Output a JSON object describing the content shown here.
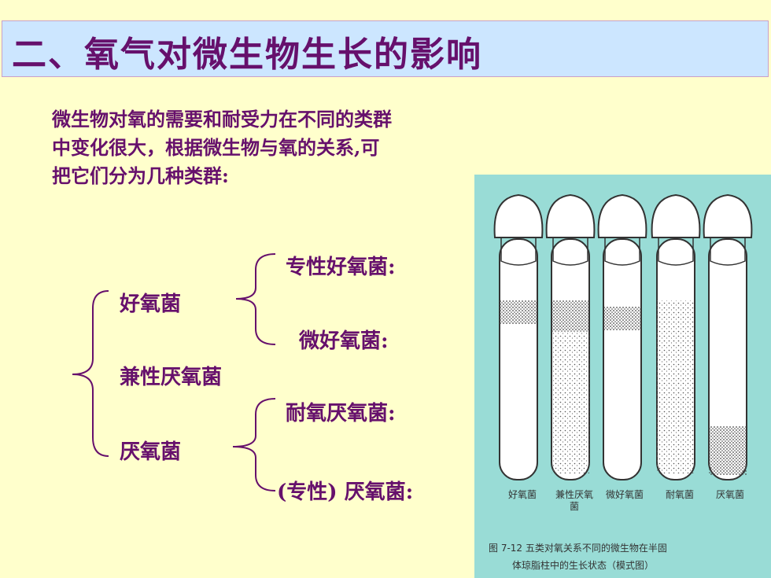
{
  "title": "二、氧气对微生物生长的影响",
  "intro": [
    "微生物对氧的需要和耐受力在不同的类群",
    "中变化很大，根据微生物与氧的关系,可",
    "把它们分为几种类群:"
  ],
  "categories": {
    "aerobe": "好氧菌",
    "facultative": "兼性厌氧菌",
    "anaerobe": "厌氧菌",
    "strict_aerobe": "专性好氧菌:",
    "microaerophile": "微好氧菌:",
    "aerotolerant": "耐氧厌氧菌:",
    "strict_anaerobe": "(专性) 厌氧菌:"
  },
  "figure": {
    "tube_labels": [
      "好氧菌",
      "兼性厌氧菌",
      "微好氧菌",
      "耐氧菌",
      "厌氧菌"
    ],
    "caption_lines": [
      "图 7-12   五类对氧关系不同的微生物在半固",
      "体琼脂柱中的生长状态（模式图）"
    ]
  },
  "colors": {
    "text": "#66106c",
    "background": "#ffffcc",
    "title_bar": "#cce6ff",
    "figure_bg": "#99dcd6"
  }
}
